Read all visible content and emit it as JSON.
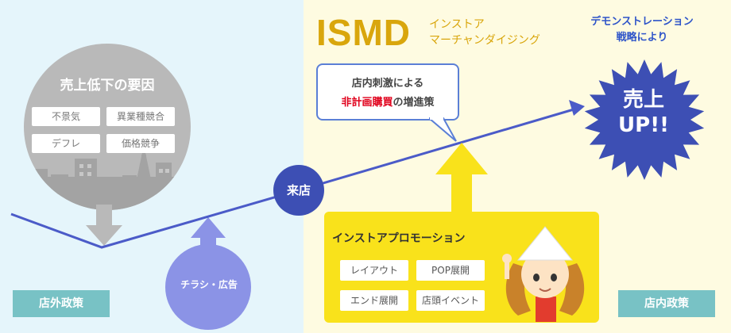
{
  "left": {
    "circle_title": "売上低下の要因",
    "factors": [
      "不景気",
      "異業種競合",
      "デフレ",
      "価格競争"
    ],
    "tag": "店外政策",
    "flyer_label": "チラシ・広告"
  },
  "center": {
    "visit_label": "来店"
  },
  "right": {
    "title": "ISMD",
    "subtitle_line1": "インストア",
    "subtitle_line2": "マーチャンダイジング",
    "demo_line1": "デモンストレーション",
    "demo_line2": "戦略により",
    "bubble": {
      "line1": "店内刺激による",
      "line2_red": "非計画購買",
      "line2_rest": "の増進策"
    },
    "promo_title": "インストアプロモーション",
    "promo_items": [
      "レイアウト",
      "POP展開",
      "エンド展開",
      "店頭イベント"
    ],
    "sales_line1": "売上",
    "sales_line2": "UP!!",
    "tag": "店内政策"
  },
  "colors": {
    "left_bg": "#e5f5fb",
    "right_bg": "#fefbe1",
    "line": "#4b5bc8",
    "accent_yellow": "#f9e21b",
    "brand_gold": "#d9a60c",
    "teal": "#78c2c5"
  }
}
